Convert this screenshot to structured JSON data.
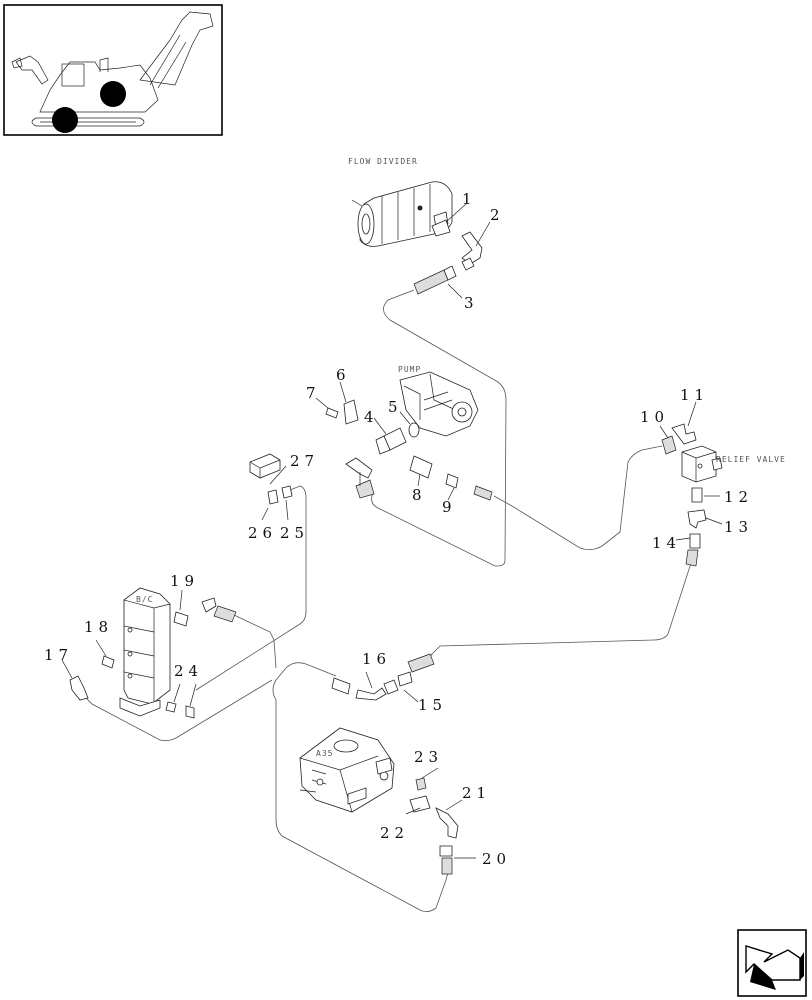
{
  "diagram": {
    "labels": {
      "flow_divider": "FLOW DIVIDER",
      "pump": "PUMP",
      "relief_valve": "RELIEF VALVE",
      "bc": "B/C",
      "a35": "A35"
    },
    "callouts": {
      "c1": "1",
      "c2": "2",
      "c3": "3",
      "c4": "4",
      "c5": "5",
      "c6": "6",
      "c7": "7",
      "c8": "8",
      "c9": "9",
      "c10": "10",
      "c11": "11",
      "c12": "12",
      "c13": "13",
      "c14": "14",
      "c15": "15",
      "c16": "16",
      "c17": "17",
      "c18": "18",
      "c19": "19",
      "c20": "20",
      "c21": "21",
      "c22": "22",
      "c23": "23",
      "c24": "24",
      "c25": "25",
      "c26": "26",
      "c27": "27"
    }
  }
}
